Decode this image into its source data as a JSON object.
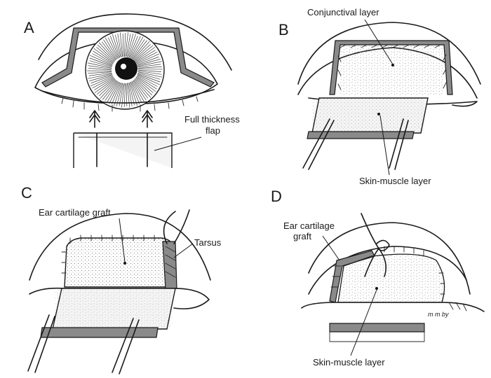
{
  "panels": [
    {
      "letter": "A",
      "labels": [
        "Full thickness",
        "flap"
      ]
    },
    {
      "letter": "B",
      "labels": [
        "Conjunctival layer",
        "Skin-muscle layer"
      ]
    },
    {
      "letter": "C",
      "labels": [
        "Ear cartilage graft",
        "Tarsus"
      ]
    },
    {
      "letter": "D",
      "labels": [
        "Ear cartilage",
        "graft",
        "Skin-muscle layer"
      ]
    }
  ],
  "signature": "m m by"
}
